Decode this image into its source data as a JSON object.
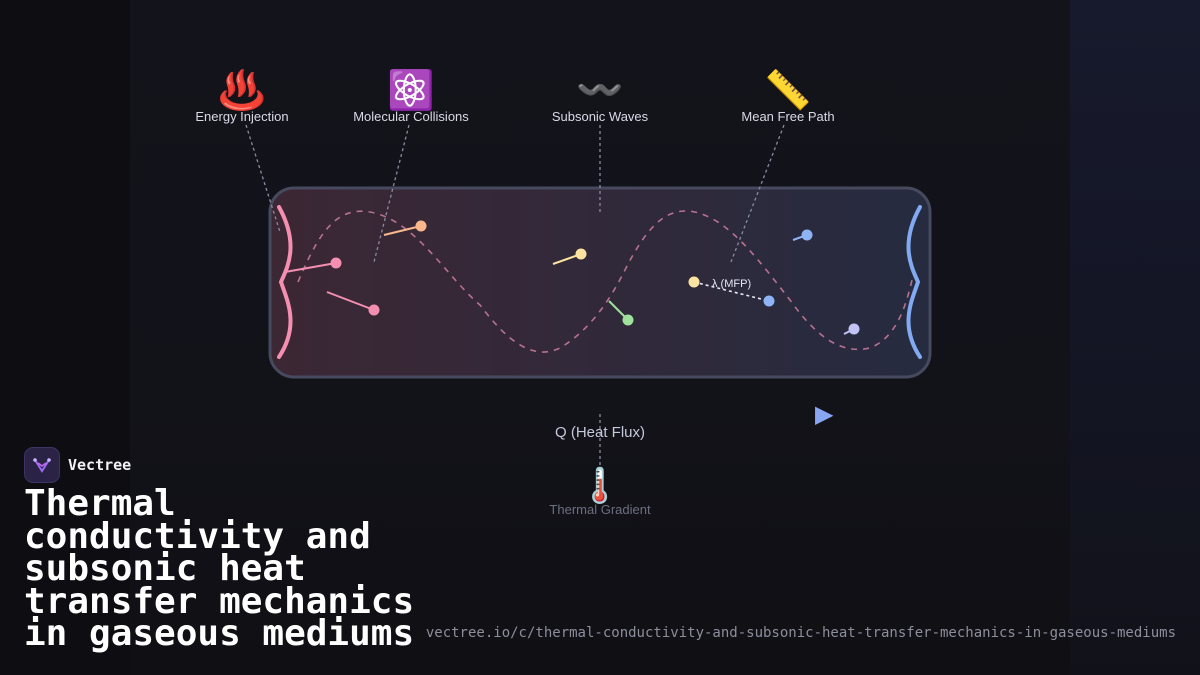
{
  "diagram": {
    "labels": [
      {
        "id": "energy-injection",
        "icon": "hot-springs-icon",
        "glyph": "♨️",
        "text": "Energy Injection"
      },
      {
        "id": "molecular-collisions",
        "icon": "atom-icon",
        "glyph": "⚛️",
        "text": "Molecular Collisions"
      },
      {
        "id": "subsonic-waves",
        "icon": "wavy-dash-icon",
        "glyph": "〰️",
        "text": "Subsonic Waves"
      },
      {
        "id": "mean-free-path",
        "icon": "ruler-icon",
        "glyph": "📏",
        "text": "Mean Free Path"
      }
    ],
    "mfp_label": "λ (MFP)",
    "flux_label": "Q (Heat Flux)",
    "gradient": {
      "icon": "thermometer-icon",
      "glyph": "🌡️",
      "text": "Thermal Gradient"
    },
    "play_glyph": "▶",
    "colors": {
      "hot_wall": "#f48fb1",
      "cold_wall": "#82aaf2",
      "wave": "#b7728f",
      "chamber_border": "#474a5e",
      "chamber_hot": "#3c2734",
      "chamber_cold": "#262b40"
    }
  },
  "brand": {
    "name": "Vectree"
  },
  "title": "Thermal conductivity and subsonic heat transfer mechanics in gaseous mediums",
  "url": "vectree.io/c/thermal-conductivity-and-subsonic-heat-transfer-mechanics-in-gaseous-mediums"
}
